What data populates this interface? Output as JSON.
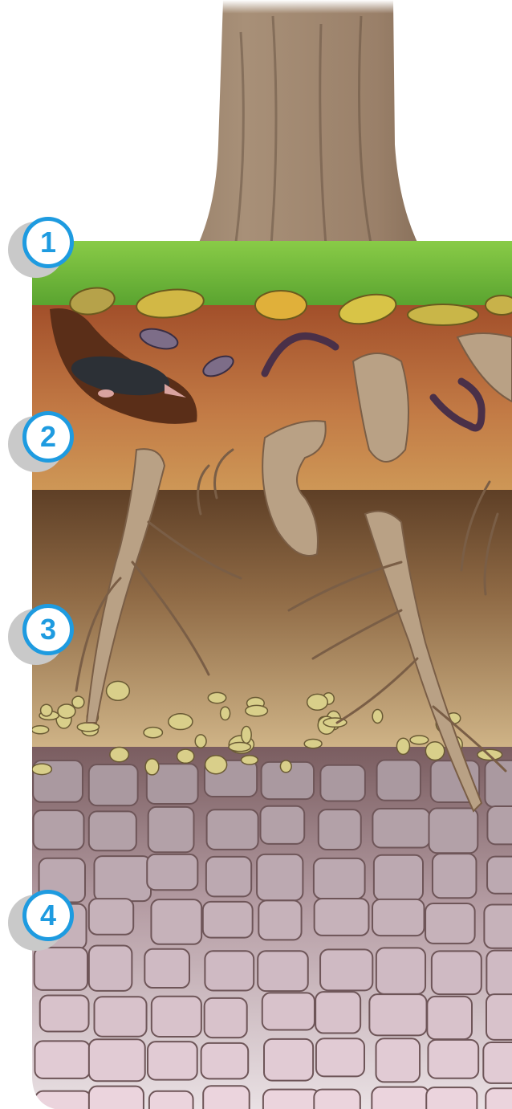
{
  "diagram": {
    "layer_markers": [
      {
        "label": "1"
      },
      {
        "label": "2"
      },
      {
        "label": "3"
      },
      {
        "label": "4"
      }
    ],
    "colors": {
      "marker_accent": "#1e9be0",
      "grass": "#6fb83a",
      "topsoil": "#b8683a",
      "subsoil": "#6e4a2c",
      "weathered_rock": "#8a6f70",
      "bedrock": "#e4dcdf"
    },
    "depicted": [
      "tree-trunk",
      "grass",
      "fallen-leaves",
      "mole",
      "earthworms",
      "grubs",
      "tree-roots",
      "pebbles",
      "rocks"
    ]
  }
}
